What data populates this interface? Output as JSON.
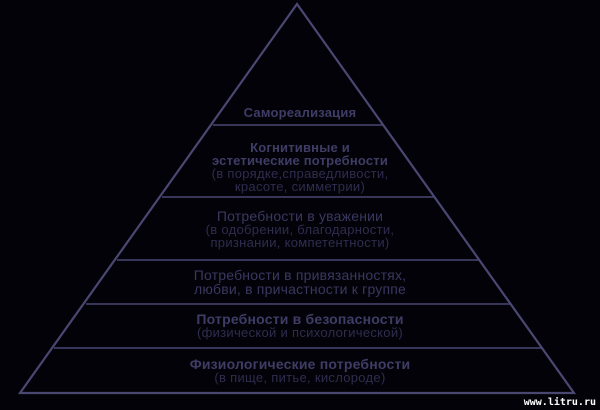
{
  "diagram": {
    "type": "pyramid",
    "background_color": "#030208",
    "line_color": "#4a4872",
    "text_color": "#3f3d66",
    "apex": [
      297,
      4
    ],
    "base_left": [
      20,
      393
    ],
    "base_right": [
      574,
      393
    ],
    "dividers_y": [
      125,
      197,
      260,
      304,
      348
    ],
    "tiers": [
      {
        "level": 6,
        "title": "Самореализация",
        "subtitle": ""
      },
      {
        "level": 5,
        "title_line1": "Когнитивные и",
        "title_line2": "эстетические потребности",
        "subtitle_line1": "(в порядке,справедливости,",
        "subtitle_line2": "красоте, симметрии)"
      },
      {
        "level": 4,
        "title": "Потребности в уважении",
        "subtitle_line1": "(в одобрении, благодарности,",
        "subtitle_line2": "признании, компетентности)"
      },
      {
        "level": 3,
        "title_line1": "Потребности в привязанностях,",
        "title_line2": "любви, в причастности к группе"
      },
      {
        "level": 2,
        "title": "Потребности в безопасности",
        "subtitle": "(физической и психологической)"
      },
      {
        "level": 1,
        "title": "Физиологические потребности",
        "subtitle": "(в пище, питье, кислороде)"
      }
    ]
  },
  "watermark": "www.litru.ru"
}
